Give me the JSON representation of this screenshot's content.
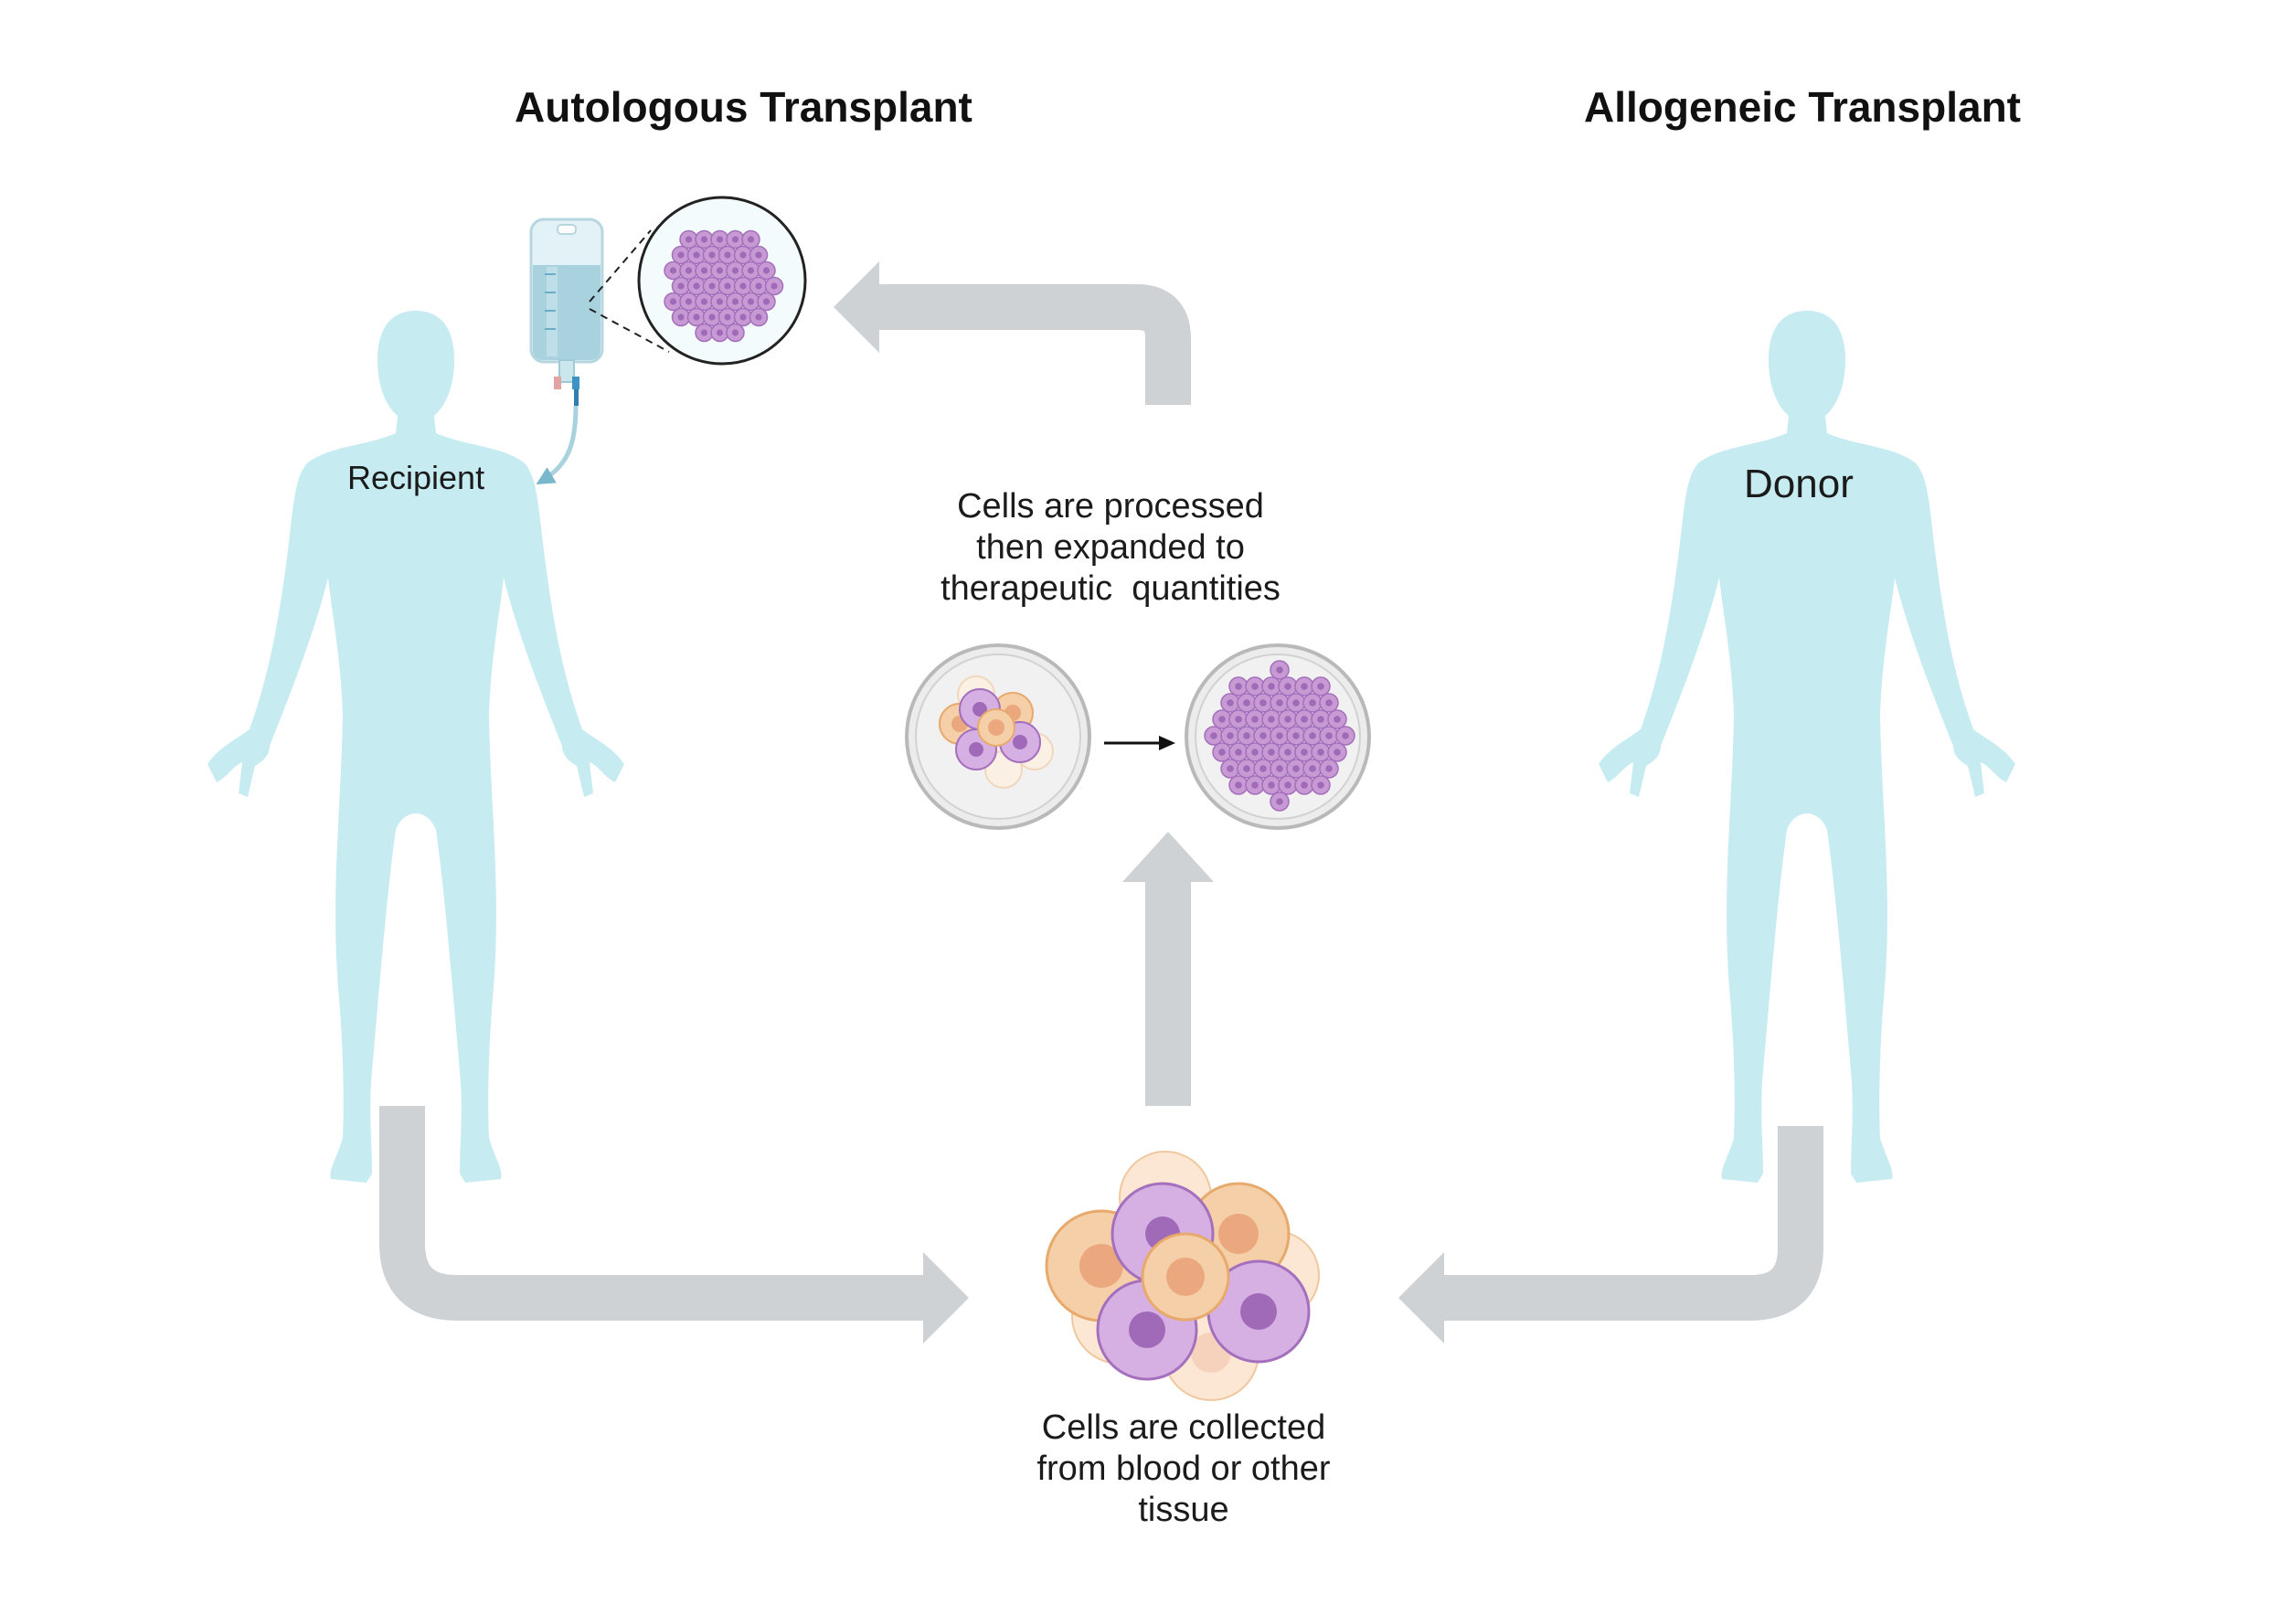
{
  "diagram": {
    "titles": {
      "autologous": "Autologous Transplant",
      "allogeneic": "Allogeneic Transplant"
    },
    "figures": {
      "recipient": "Recipient",
      "donor": "Donor"
    },
    "steps": {
      "processed": [
        "Cells are processed",
        "then expanded to",
        "therapeutic  quantities"
      ],
      "collected": [
        "Cells are collected",
        "from blood or other",
        "tissue"
      ]
    },
    "colors": {
      "human_silhouette": "#c6ecf2",
      "flow_arrow": "#ced2d5",
      "iv_bag_fluid": "#a9d2df",
      "expanded_cell": "#c79ad3",
      "purple_cell": "#d6b0e3",
      "orange_cell": "#f5cfa8"
    },
    "icons": [
      "human-silhouette-icon",
      "iv-bag-icon",
      "petri-dish-icon",
      "cell-cluster-icon",
      "arrow-icon"
    ]
  }
}
